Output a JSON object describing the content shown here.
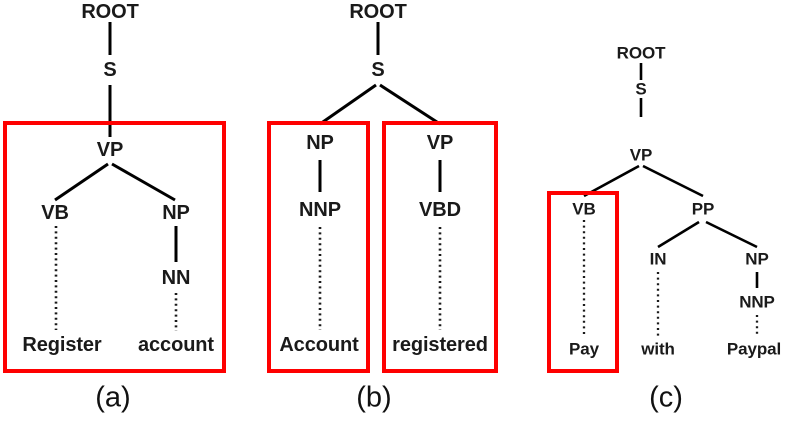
{
  "figure": {
    "background_color": "#ffffff",
    "highlight_color": "#fe0000",
    "line_color": "#1a1a1a",
    "description": "Three constituency parse trees with red highlight boxes marking extracted phrases"
  },
  "trees": [
    {
      "id": "a",
      "caption": "(a)",
      "sentence": "Register account",
      "nodes": {
        "root": "ROOT",
        "s": "S",
        "vp": "VP",
        "vb": "VB",
        "np": "NP",
        "nn": "NN",
        "leaf_register": "Register",
        "leaf_account": "account"
      }
    },
    {
      "id": "b",
      "caption": "(b)",
      "sentence": "Account registered",
      "nodes": {
        "root": "ROOT",
        "s": "S",
        "np": "NP",
        "nnp": "NNP",
        "vp": "VP",
        "vbd": "VBD",
        "leaf_account": "Account",
        "leaf_registered": "registered"
      }
    },
    {
      "id": "c",
      "caption": "(c)",
      "sentence": "Pay with Paypal",
      "nodes": {
        "root": "ROOT",
        "s": "S",
        "vp": "VP",
        "vb": "VB",
        "pp": "PP",
        "in": "IN",
        "np": "NP",
        "nnp": "NNP",
        "leaf_pay": "Pay",
        "leaf_with": "with",
        "leaf_paypal": "Paypal"
      }
    }
  ]
}
